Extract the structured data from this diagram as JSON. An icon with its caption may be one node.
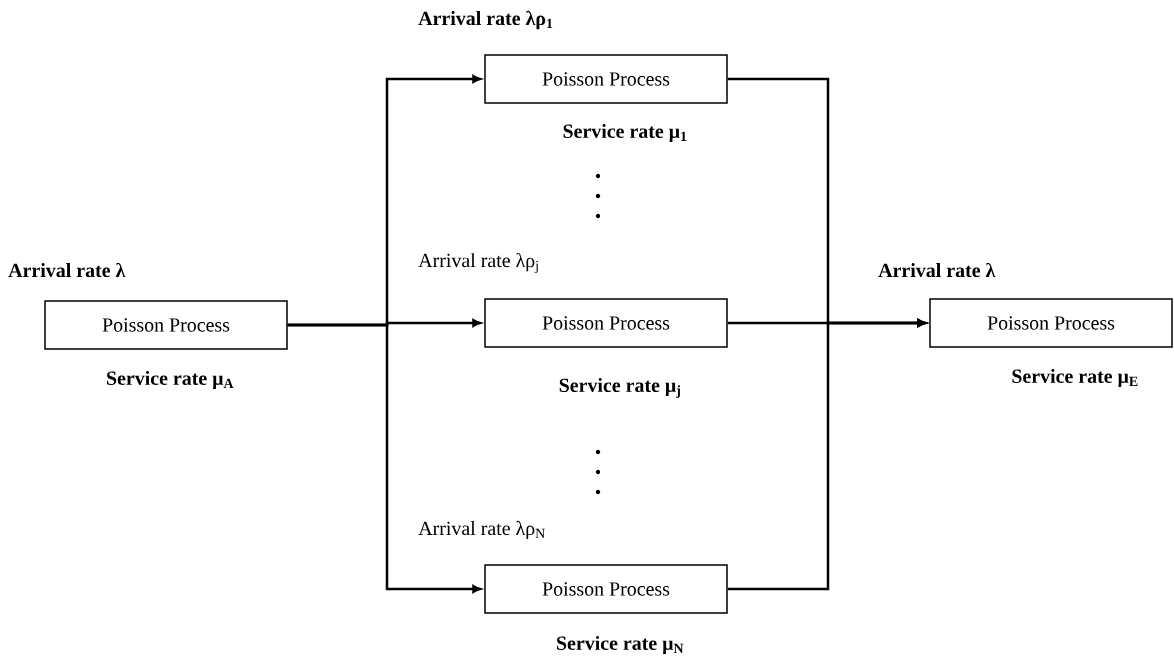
{
  "diagram": {
    "nodes": [
      {
        "text": [
          "Poisson Process"
        ],
        "beside": [
          "Arrival rate λ",
          "Service rate μ$_{A}$"
        ]
      },
      {
        "text": [
          "Poisson Process"
        ],
        "beside": [
          "Arrival rate λρ$_{1}$",
          "Service rate μ$_{1}$"
        ]
      },
      {
        "text": [
          "Poisson Process"
        ],
        "beside": [
          "Arrival rate λρ$_{j}$",
          "Service rate μ$_{j}$"
        ]
      },
      {
        "text": [
          "Poisson Process"
        ],
        "beside": [
          "Arrival rate λρ$_{N}$",
          "Service rate μ$_{N}$"
        ]
      },
      {
        "text": [
          "Poisson Process"
        ],
        "beside": [
          "Arrival rate λ",
          "Service rate μ$_{E}$"
        ]
      }
    ],
    "edges": [
      {
        "from": 0,
        "to": 1,
        "arrow": "to"
      },
      {
        "from": 0,
        "to": 2,
        "arrow": "to"
      },
      {
        "from": 0,
        "to": 3,
        "arrow": "to"
      },
      {
        "from": 1,
        "to": 4,
        "arrow": "to"
      },
      {
        "from": 2,
        "to": 4,
        "arrow": "to"
      },
      {
        "from": 3,
        "to": 4,
        "arrow": "to"
      }
    ]
  }
}
